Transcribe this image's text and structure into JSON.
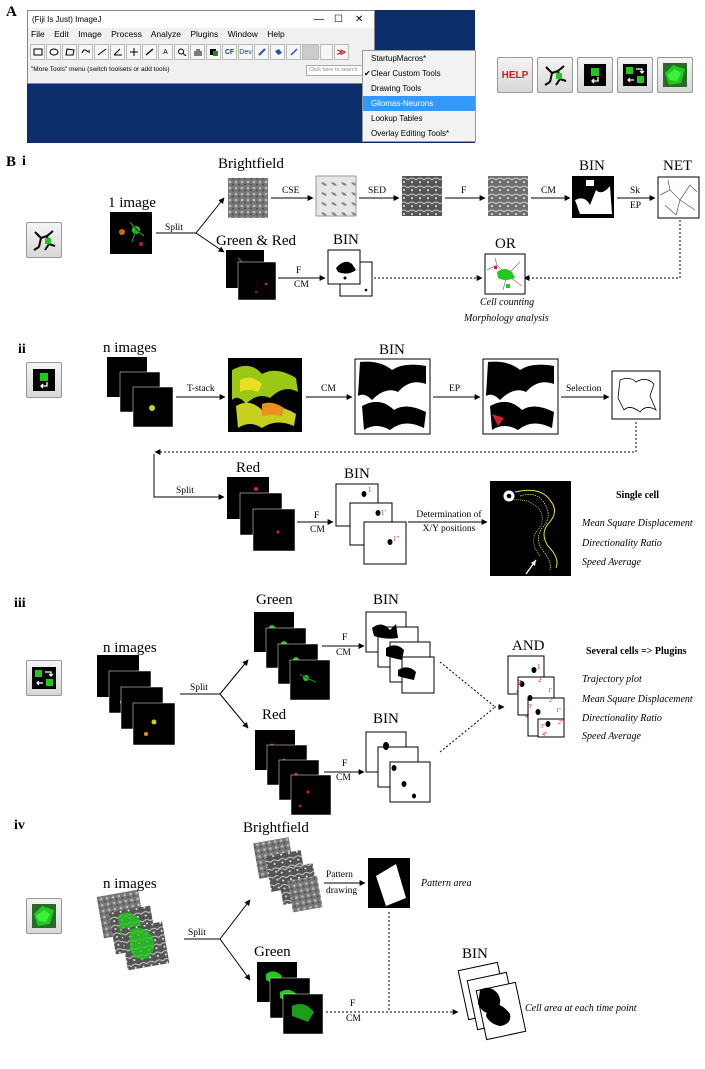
{
  "panels": {
    "A": "A",
    "B": "B",
    "i": "i",
    "ii": "ii",
    "iii": "iii",
    "iv": "iv"
  },
  "imagej": {
    "title": "(Fiji Is Just) ImageJ",
    "controls": [
      "—",
      "☐",
      "✕"
    ],
    "menus": [
      "File",
      "Edit",
      "Image",
      "Process",
      "Analyze",
      "Plugins",
      "Window",
      "Help"
    ],
    "status_text": "\"More Tools\" menu (switch toolsets or add tools)",
    "search_placeholder": "Click here to search",
    "toolbar_cf": "CF",
    "toolbar_dev": "Dev",
    "more_tools": "≫",
    "dropdown": {
      "items": [
        "StartupMacros*",
        "Clear Custom Tools",
        "Drawing Tools",
        "Gliomas-Neurons",
        "Lookup Tables",
        "Overlay Editing Tools*"
      ],
      "checked_index": 1,
      "selected_index": 3
    }
  },
  "toolset_icons": {
    "help": "HELP",
    "names": [
      "help-icon",
      "network-icon",
      "single-cell-icon",
      "several-cells-icon",
      "cell-area-icon"
    ]
  },
  "section_i": {
    "one_image": "1 image",
    "split": "Split",
    "brightfield": "Brightfield",
    "green_red": "Green & Red",
    "cse": "CSE",
    "sed": "SED",
    "f": "F",
    "cm": "CM",
    "bin": "BIN",
    "net": "NET",
    "sk": "Sk",
    "ep": "EP",
    "f_cm_1": "F",
    "f_cm_2": "CM",
    "bin2": "BIN",
    "or": "OR",
    "cell_counting": "Cell counting",
    "morphology": "Morphology analysis"
  },
  "section_ii": {
    "n_images": "n images",
    "tstack": "T-stack",
    "cm": "CM",
    "bin": "BIN",
    "ep": "EP",
    "selection": "Selection",
    "split": "Split",
    "red": "Red",
    "bin2": "BIN",
    "f": "F",
    "cm2": "CM",
    "determination1": "Determination of",
    "determination2": "X/Y positions",
    "single_cell": "Single cell",
    "label_1": "1",
    "label_1p": "1'",
    "label_1pp": "1''",
    "metrics": [
      "Mean Square Displacement",
      "Directionality Ratio",
      "Speed Average"
    ]
  },
  "section_iii": {
    "n_images": "n images",
    "split": "Split",
    "green": "Green",
    "red": "Red",
    "bin_top": "BIN",
    "bin_bottom": "BIN",
    "f1": "F",
    "cm1": "CM",
    "f2": "F",
    "cm2": "CM",
    "and": "AND",
    "several_cells": "Several cells => Plugins",
    "metrics": [
      "Trajectory plot",
      "Mean Square Displacement",
      "Directionality Ratio",
      "Speed Average"
    ],
    "labels": [
      "1",
      "2",
      "3",
      "4",
      "1'",
      "2'",
      "3'",
      "4'",
      "1''",
      "2''",
      "3''",
      "4''"
    ]
  },
  "section_iv": {
    "n_images": "n images",
    "split": "Split",
    "brightfield": "Brightfield",
    "green": "Green",
    "pattern1": "Pattern",
    "pattern2": "drawing",
    "pattern_area": "Pattern area",
    "bin": "BIN",
    "f": "F",
    "cm": "CM",
    "cell_area": "Cell area at each time point"
  },
  "colors": {
    "selection_blue": "#3399ff",
    "desktop_blue": "#0b2d6a",
    "cell_green": "#22c81e",
    "cell_red": "#e02020",
    "track_yellow": "#e8e040",
    "arrow_red": "#d42020"
  }
}
